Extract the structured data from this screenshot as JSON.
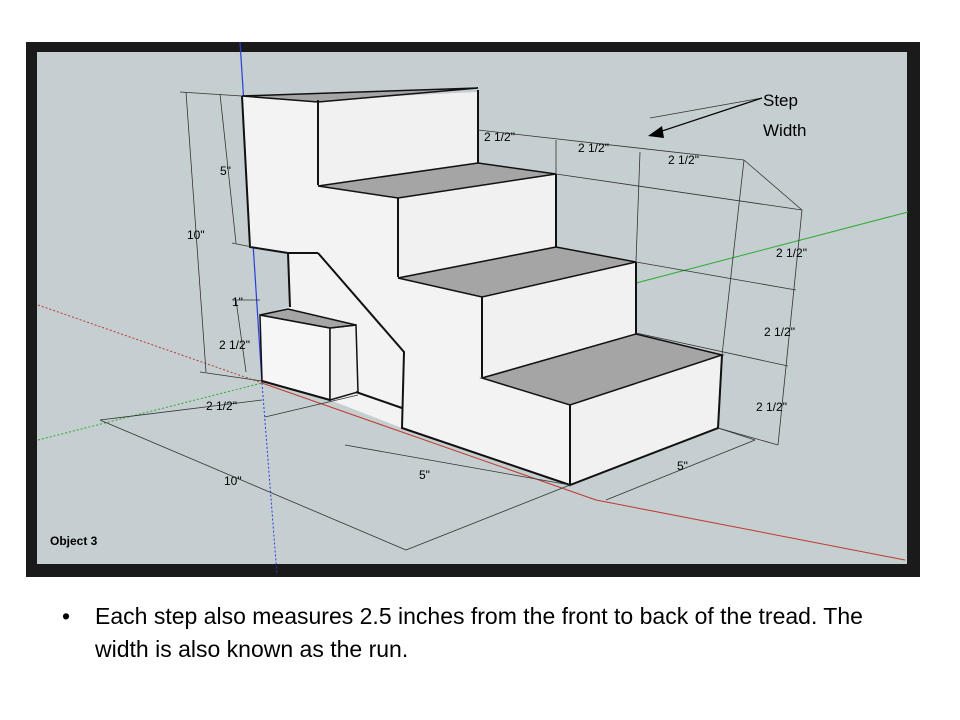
{
  "diagram": {
    "object_label": "Object 3",
    "callout": [
      "Step",
      "Width"
    ],
    "dimensions": {
      "step_width_1": "2 1/2\"",
      "step_width_2": "2 1/2\"",
      "step_width_3": "2 1/2\"",
      "right_rise_top": "2 1/2\"",
      "right_rise_mid": "2 1/2\"",
      "right_rise_bottom": "2 1/2\"",
      "left_top": "5\"",
      "left_total": "10\"",
      "small_top": "1\"",
      "small_rise": "2 1/2\"",
      "small_depth": "2 1/2\"",
      "base_length": "10\"",
      "base_mid": "5\"",
      "base_right": "5\""
    }
  },
  "bullet": {
    "symbol": "•",
    "text": "Each step also measures 2.5 inches from the front to back of the tread.  The width is also known as the run."
  },
  "colors": {
    "canvas": "#c5ced1",
    "face": "#f3f3f3",
    "tread": "#a5a5a5",
    "axis_red": "#c0392b",
    "axis_green": "#2eaa2e",
    "axis_blue": "#2a3ed6"
  }
}
